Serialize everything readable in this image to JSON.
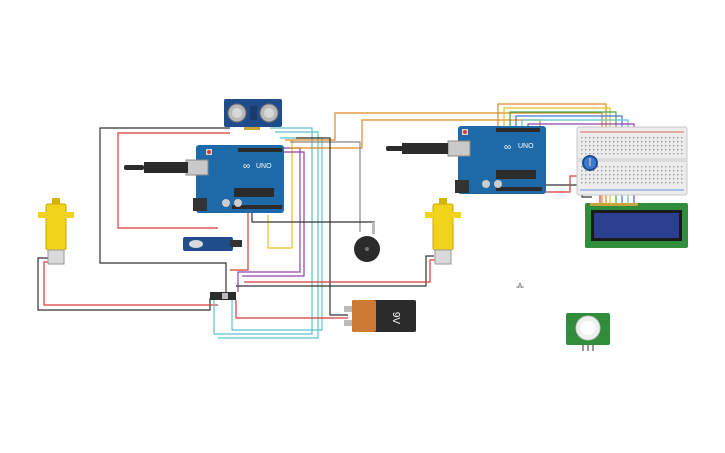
{
  "arduino_1": {
    "label": "UNO",
    "logo": "∞",
    "color": "#1e6aa8"
  },
  "arduino_2": {
    "label": "UNO",
    "logo": "∞",
    "color": "#1e6aa8"
  },
  "battery": {
    "label": "9V",
    "color": "#cf7a34"
  },
  "colors": {
    "red": "#d83b3b",
    "black": "#333333",
    "yellow": "#e6c21a",
    "purple": "#8e44ad",
    "teal": "#5ec2c9",
    "orange": "#e08a1e",
    "green": "#3aa84a",
    "blue": "#3c78d8",
    "gray": "#888888",
    "board": "#1e6aa8",
    "lcd_pcb": "#2f8d3c",
    "lcd_screen": "#2a3f8f"
  }
}
